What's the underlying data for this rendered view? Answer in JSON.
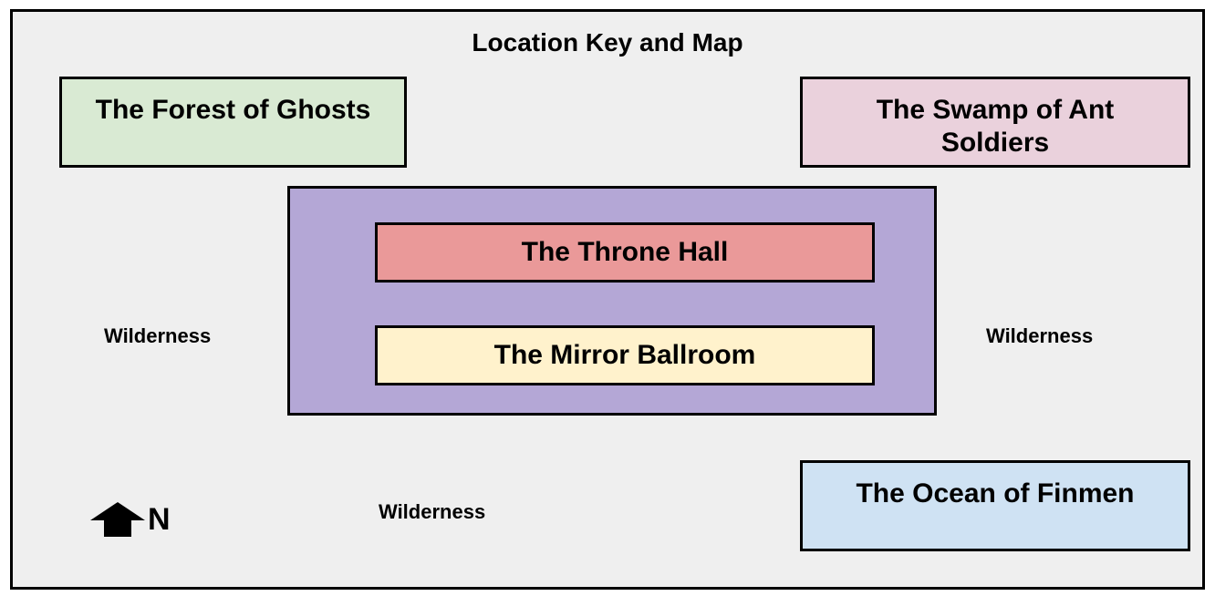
{
  "title": "Location Key and Map",
  "regions": {
    "forest": {
      "label": "The Forest of Ghosts",
      "color": "#d9ead3"
    },
    "swamp": {
      "label_lines": [
        "The Swamp of Ant",
        "Soldiers"
      ],
      "color": "#ead1dc"
    },
    "castle": {
      "color": "#b4a7d6"
    },
    "throne": {
      "label": "The Throne Hall",
      "color": "#ea9999"
    },
    "ballroom": {
      "label": "The Mirror Ballroom",
      "color": "#fff2cc"
    },
    "ocean": {
      "label": "The Ocean of Finmen",
      "color": "#cfe2f3"
    }
  },
  "wilderness": {
    "west": "Wilderness",
    "east": "Wilderness",
    "south": "Wilderness"
  },
  "compass": {
    "icon": "north-arrow-icon",
    "letter": "N"
  },
  "colors": {
    "background": "#efefef",
    "border": "#000000"
  }
}
